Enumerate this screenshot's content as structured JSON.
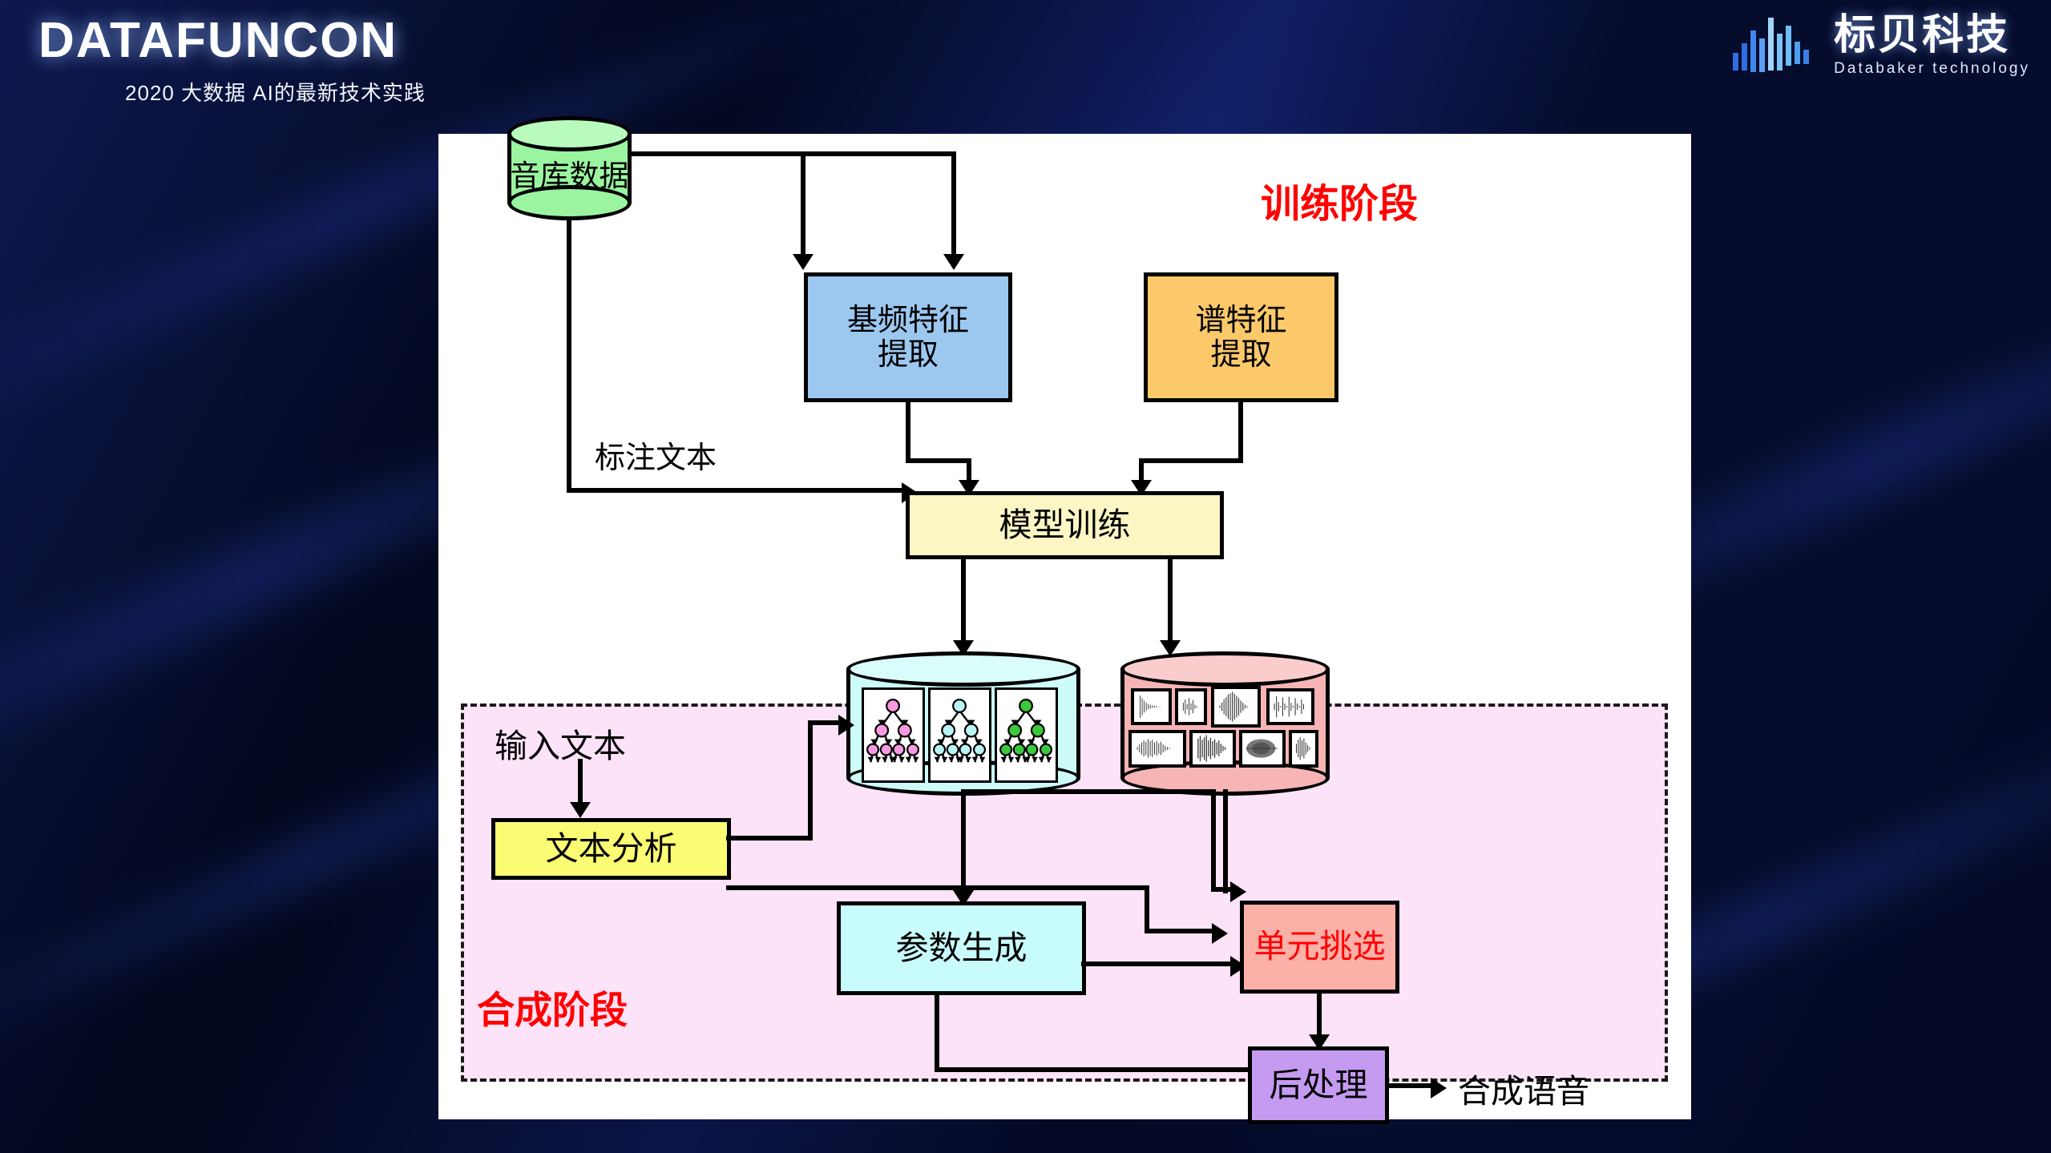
{
  "header": {
    "title": "DATAFUNCON",
    "subtitle": "2020 大数据 AI的最新技术实践",
    "brand_cn": "标贝科技",
    "brand_en": "Databaker technology",
    "brand_icon": "audio-waveform-icon"
  },
  "colors": {
    "background": "#030d33",
    "canvas": "#ffffff",
    "stage_red": "#ff0000",
    "db_audio": "#9bf5a0",
    "box_f0": "#9cc8f0",
    "box_spec": "#fbc96a",
    "box_train": "#fbf6c4",
    "db_tree": "#ccfbf8",
    "db_wave": "#f7b4b4",
    "box_textanalysis": "#fbfb74",
    "box_param": "#c8fbfb",
    "box_unitsel": "#fbb0a8",
    "box_post": "#c49bf0",
    "synth_region": "#fce3f7"
  },
  "diagram": {
    "training_stage_label": "训练阶段",
    "synthesis_stage_label": "合成阶段",
    "nodes": {
      "audio_db": "音库数据",
      "f0_extract": [
        "基频特征",
        "提取"
      ],
      "spec_extract": [
        "谱特征",
        "提取"
      ],
      "model_train": "模型训练",
      "tree_db": "",
      "wave_db": "",
      "text_analysis": "文本分析",
      "param_gen": "参数生成",
      "unit_selection": "单元挑选",
      "post_process": "后处理"
    },
    "edge_labels": {
      "labeled_text": "标注文本",
      "input_text": "输入文本",
      "synth_speech": "合成语音"
    },
    "tree_panels": [
      {
        "node_color": "#f59ae0",
        "name": "decision-tree-pink"
      },
      {
        "node_color": "#b9f3f3",
        "name": "decision-tree-cyan"
      },
      {
        "node_color": "#3cc83c",
        "name": "decision-tree-green"
      }
    ],
    "wave_thumbs": 8
  }
}
